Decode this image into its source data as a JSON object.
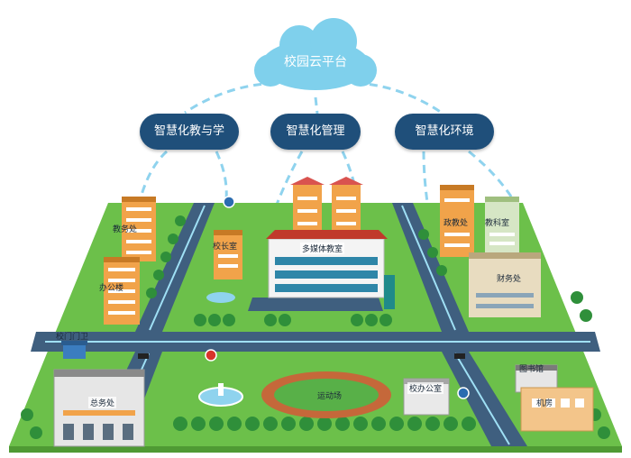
{
  "platform": {
    "title": "校园云平台"
  },
  "pillars": [
    {
      "label": "智慧化教与学"
    },
    {
      "label": "智慧化管理"
    },
    {
      "label": "智慧化环境"
    }
  ],
  "buildings": {
    "teaching_office": "教务处",
    "office_building": "办公楼",
    "principal_office": "校长室",
    "multimedia_classroom": "多媒体教室",
    "political_office": "政教处",
    "science_office": "教科室",
    "finance_office": "财务处",
    "gate_guard": "校门门卫",
    "general_affairs": "总务处",
    "playground": "运动场",
    "school_office": "校办公室",
    "library": "图书馆",
    "server_room": "机房"
  },
  "colors": {
    "cloud": "#7fd0ec",
    "pill": "#1f4f7a",
    "grass": "#6cc04a",
    "road": "#3f5f7f",
    "track": "#c5683a"
  }
}
